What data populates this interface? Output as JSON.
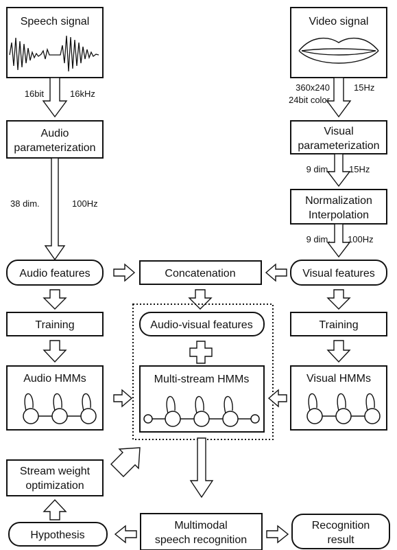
{
  "nodes": {
    "speech_signal": "Speech signal",
    "video_signal": "Video signal",
    "audio_param_1": "Audio",
    "audio_param_2": "parameterization",
    "visual_param_1": "Visual",
    "visual_param_2": "parameterization",
    "norm_1": "Normalization",
    "norm_2": "Interpolation",
    "audio_features": "Audio features",
    "concatenation": "Concatenation",
    "visual_features": "Visual features",
    "training_audio": "Training",
    "av_features": "Audio-visual features",
    "training_visual": "Training",
    "audio_hmms": "Audio HMMs",
    "multi_hmms": "Multi-stream HMMs",
    "visual_hmms": "Visual HMMs",
    "stream_weight_1": "Stream weight",
    "stream_weight_2": "optimization",
    "hypothesis": "Hypothesis",
    "multimodal_1": "Multimodal",
    "multimodal_2": "speech recognition",
    "recognition_1": "Recognition",
    "recognition_2": "result"
  },
  "edge_labels": {
    "speech_bits": "16bit",
    "speech_rate": "16kHz",
    "video_res_1": "360x240",
    "video_res_2": "24bit color",
    "video_rate": "15Hz",
    "visual_dim": "9 dim.",
    "visual_rate": "15Hz",
    "norm_dim": "9 dim.",
    "norm_rate": "100Hz",
    "audio_dim": "38 dim.",
    "audio_rate": "100Hz"
  },
  "colors": {
    "ink": "#111111",
    "background": "#ffffff"
  }
}
